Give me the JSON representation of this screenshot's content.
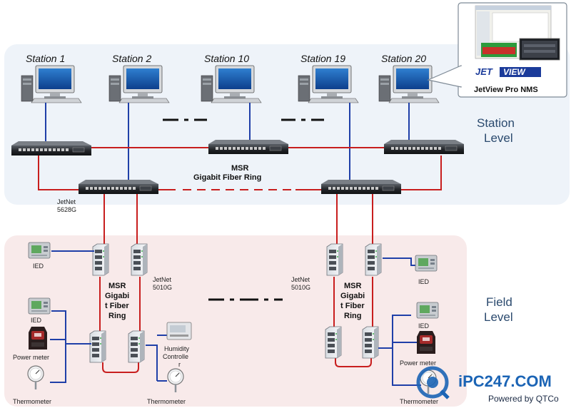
{
  "stations": {
    "s1": "Station 1",
    "s2": "Station 2",
    "s10": "Station 10",
    "s19": "Station 19",
    "s20": "Station 20"
  },
  "nms": {
    "logo_jet": "JET",
    "logo_view": "VIEW",
    "label": "JetView Pro NMS"
  },
  "levels": {
    "station_line1": "Station",
    "station_line2": "Level",
    "field_line1": "Field",
    "field_line2": "Level"
  },
  "top_ring": {
    "line1": "MSR",
    "line2": "Gigabit Fiber Ring"
  },
  "switch_5628": {
    "line1": "JetNet",
    "line2": "5628G"
  },
  "left_ring": {
    "line1": "MSR",
    "line2": "Gigabi",
    "line3": "t Fiber",
    "line4": "Ring"
  },
  "right_ring": {
    "line1": "MSR",
    "line2": "Gigabi",
    "line3": "t Fiber",
    "line4": "Ring"
  },
  "switch_5010_left": {
    "line1": "JetNet",
    "line2": "5010G"
  },
  "switch_5010_right": {
    "line1": "JetNet",
    "line2": "5010G"
  },
  "devices": {
    "ied_left_top": "IED",
    "ied_left_mid": "IED",
    "power_meter_left": "Power meter",
    "thermometer_left": "Thermometer",
    "humidity_line1": "Humidity",
    "humidity_line2": "Controlle",
    "humidity_line3": "r",
    "thermometer_mid": "Thermometer",
    "ied_right_top": "IED",
    "ied_right_mid": "IED",
    "power_meter_right": "Power meter",
    "thermometer_right": "Thermometer"
  },
  "watermark": {
    "brand": "iPC247.COM",
    "tagline": "Powered by QTCo"
  },
  "colors": {
    "red_link": "#c81e1e",
    "blue_link": "#1f3fa8",
    "station_bg": "#eef3f9",
    "field_bg": "#f8eaea",
    "level_text": "#2b4a6e",
    "brand_blue": "#1b64b5"
  }
}
